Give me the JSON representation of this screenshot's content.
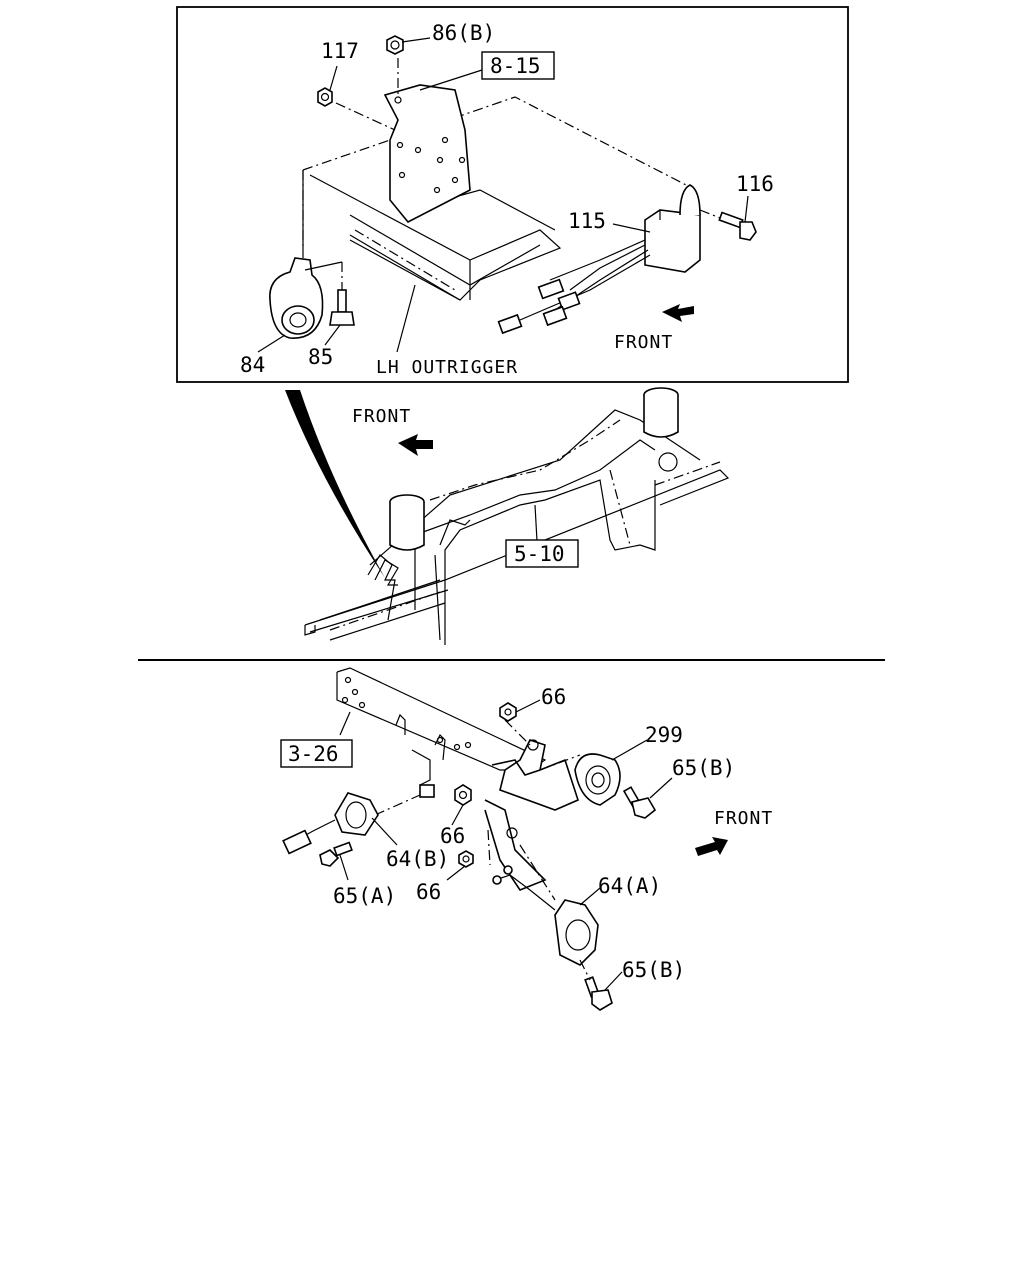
{
  "top_panel": {
    "labels": {
      "p117": "117",
      "p86b": "86(B)",
      "ref_8_15": "8-15",
      "p116": "116",
      "p115": "115",
      "p84": "84",
      "p85": "85",
      "lh_outrigger": "LH OUTRIGGER",
      "front": "FRONT"
    }
  },
  "middle_panel": {
    "labels": {
      "front": "FRONT",
      "ref_5_10": "5-10"
    }
  },
  "bottom_panel": {
    "labels": {
      "ref_3_26": "3-26",
      "p66_top": "66",
      "p299": "299",
      "p65b_upper": "65(B)",
      "front": "FRONT",
      "p66_mid": "66",
      "p64b": "64(B)",
      "p65a": "65(A)",
      "p66_low": "66",
      "p64a": "64(A)",
      "p65b_lower": "65(B)"
    }
  }
}
